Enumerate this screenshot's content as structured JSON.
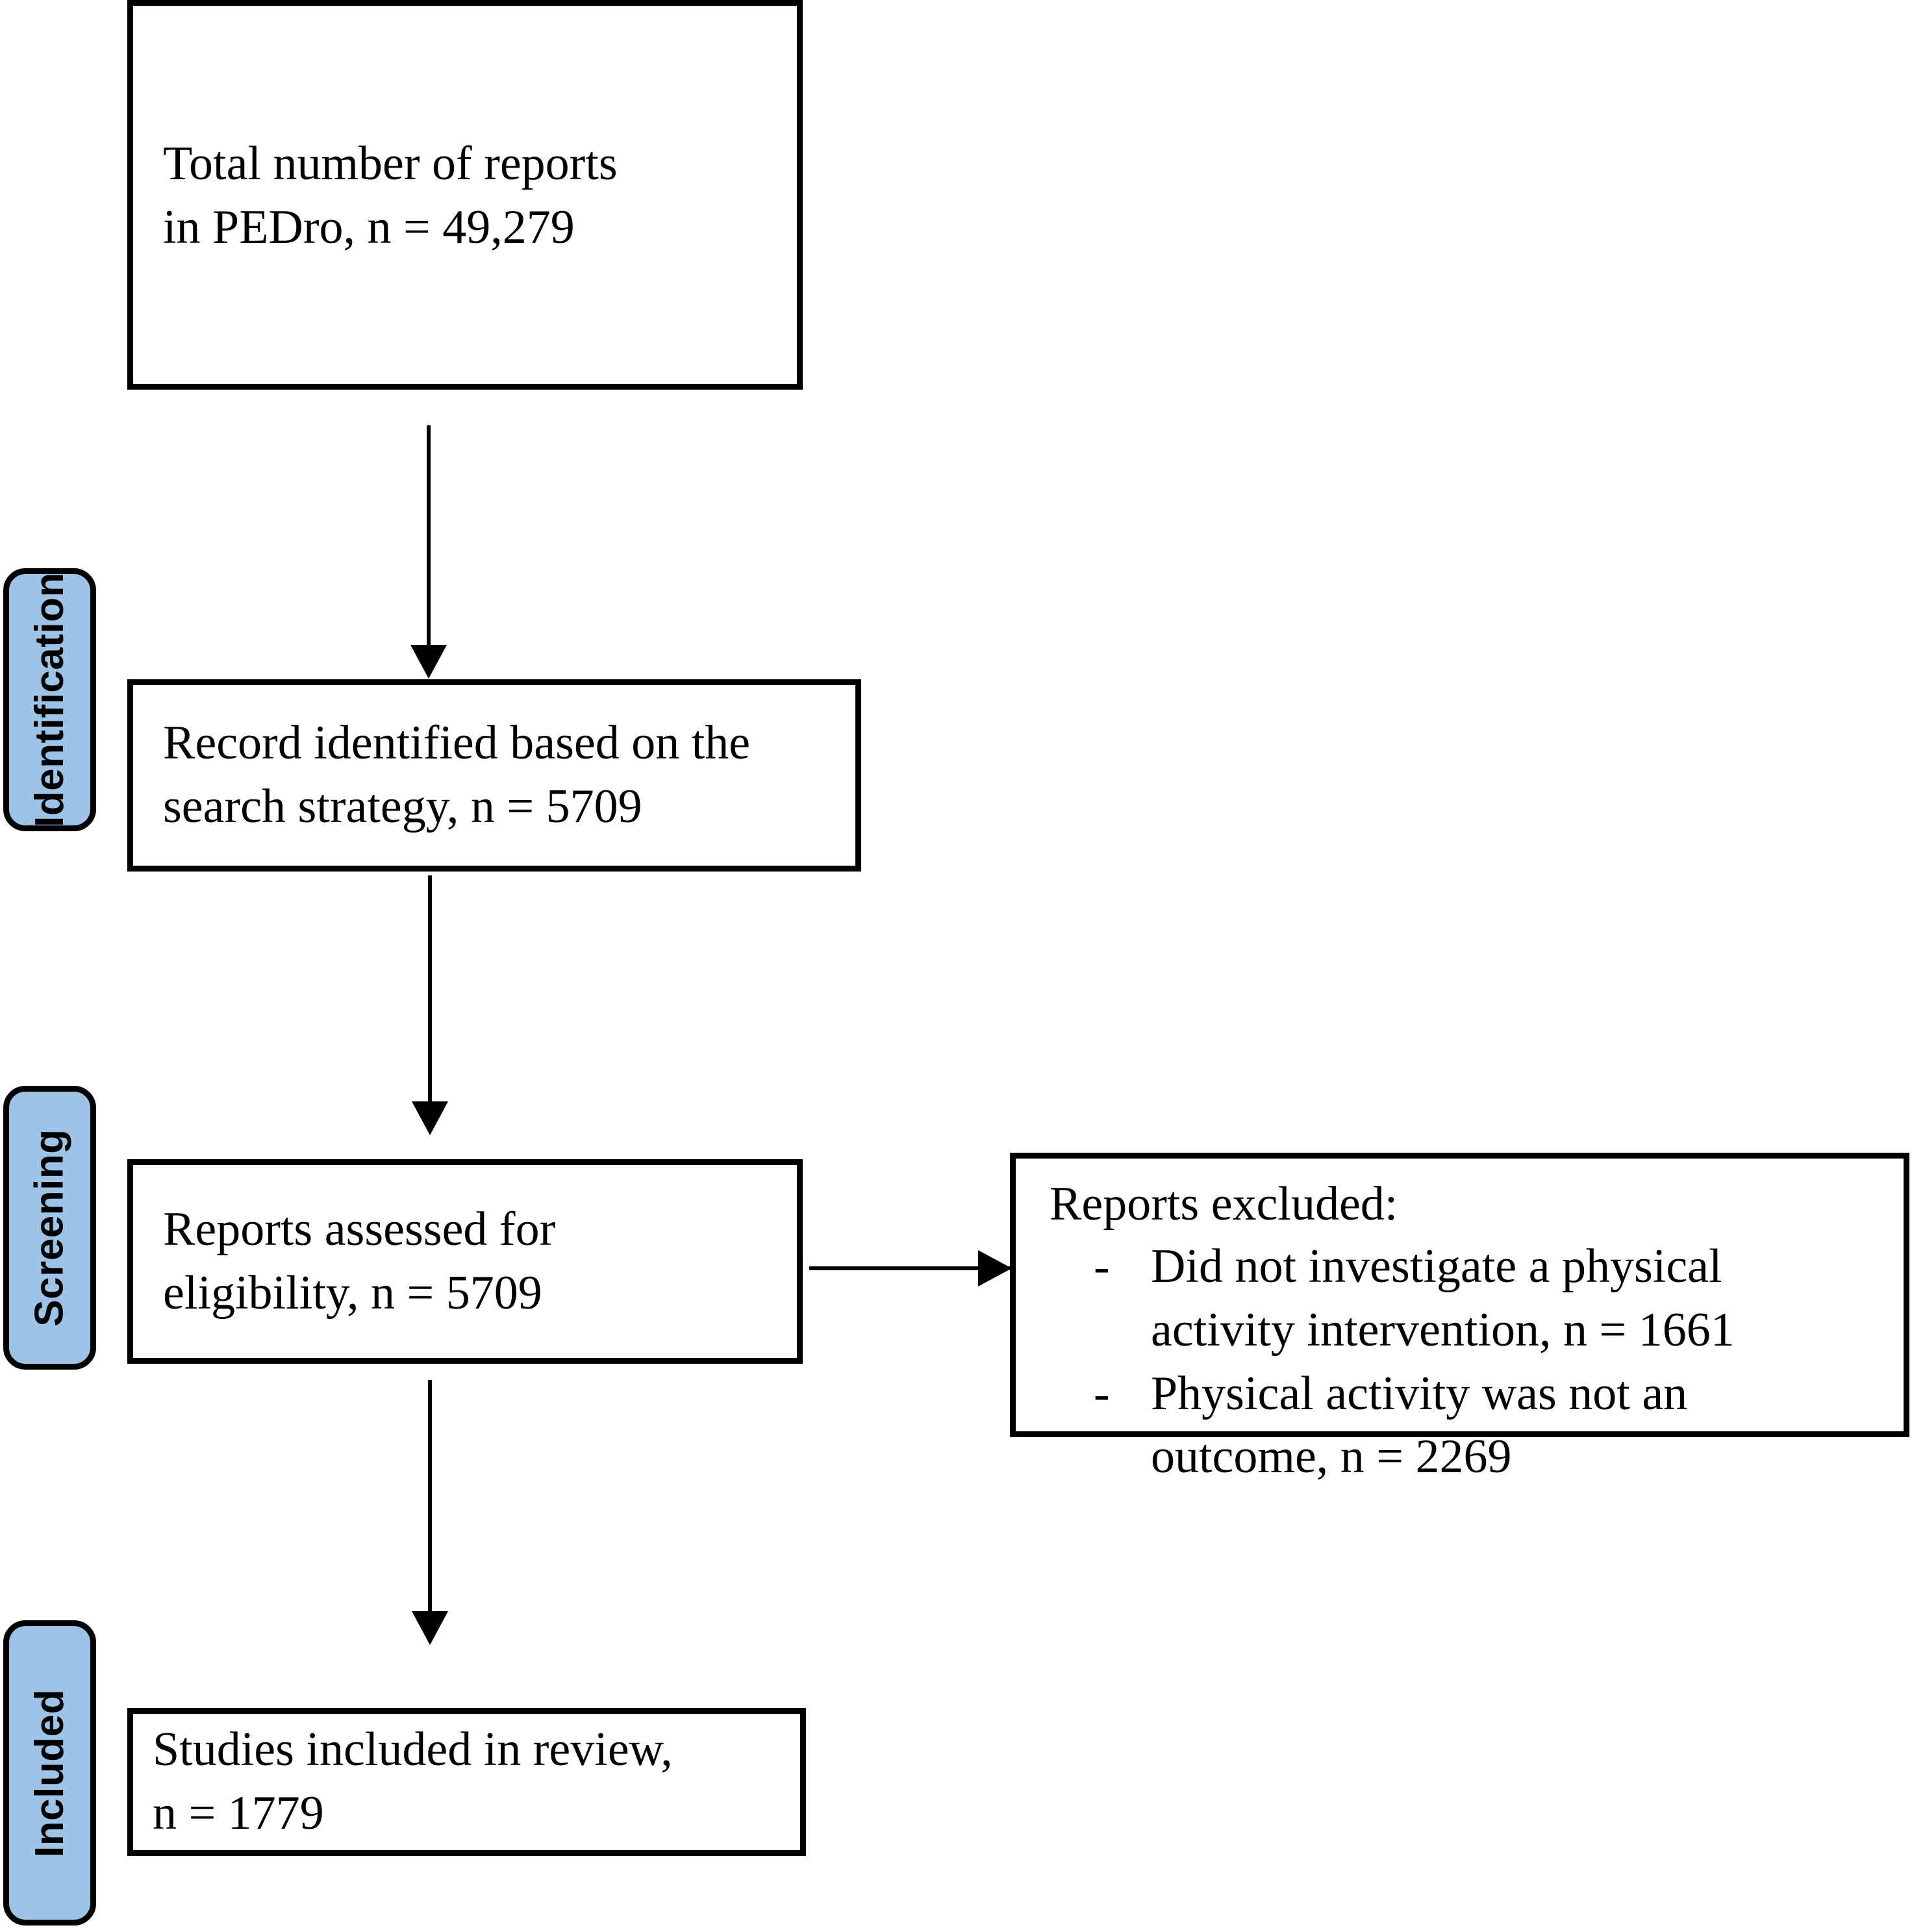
{
  "diagram": {
    "type": "prisma-flow-diagram",
    "accent_color": "#9dc3e6",
    "line_color": "#000000",
    "background_color": "#ffffff"
  },
  "stages": [
    {
      "id": "identification",
      "label": "Identification"
    },
    {
      "id": "screening",
      "label": "Screening"
    },
    {
      "id": "included",
      "label": "Included"
    }
  ],
  "boxes": {
    "total_reports": {
      "text": "Total number of reports\nin PEDro, n = 49,279",
      "count": 49279
    },
    "records_identified": {
      "text": "Record identified based on the\nsearch strategy, n = 5709",
      "count": 5709
    },
    "reports_assessed": {
      "text": "Reports assessed for\neligibility, n = 5709",
      "count": 5709
    },
    "studies_included": {
      "text": "Studies included in review,\nn = 1779",
      "count": 1779
    },
    "reports_excluded": {
      "heading": "Reports excluded:",
      "bullet_marker": "-",
      "items": [
        {
          "text": "Did not investigate a physical\nactivity intervention, n = 1661",
          "count": 1661
        },
        {
          "text": "Physical activity was not an\noutcome, n = 2269",
          "count": 2269
        }
      ]
    }
  }
}
